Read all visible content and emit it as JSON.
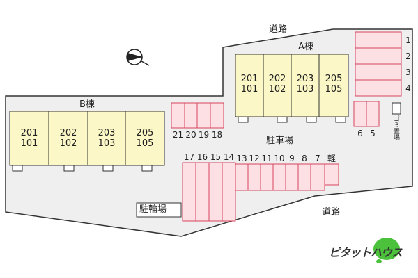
{
  "roads": {
    "top": "道路",
    "bottom": "道路"
  },
  "parking_lot_label": "駐車場",
  "bicycle_parking_label": "駐輪場",
  "garbage_label": "ゴミ置場",
  "compass": "north-arrow-icon",
  "building_a": {
    "name": "A棟",
    "units": [
      {
        "upper": "201",
        "lower": "101"
      },
      {
        "upper": "202",
        "lower": "102"
      },
      {
        "upper": "203",
        "lower": "103"
      },
      {
        "upper": "205",
        "lower": "105"
      }
    ]
  },
  "building_b": {
    "name": "B棟",
    "units": [
      {
        "upper": "201",
        "lower": "101"
      },
      {
        "upper": "202",
        "lower": "102"
      },
      {
        "upper": "203",
        "lower": "103"
      },
      {
        "upper": "205",
        "lower": "105"
      }
    ]
  },
  "parking_right_stack": [
    "1",
    "2",
    "3",
    "4"
  ],
  "parking_small_pair": [
    "6",
    "5"
  ],
  "parking_left_upper": [
    "21",
    "20",
    "19",
    "18"
  ],
  "parking_lower_long": [
    "17",
    "16",
    "15",
    "14"
  ],
  "parking_lower_row": [
    "13",
    "12",
    "11",
    "10",
    "9",
    "8",
    "7",
    "軽"
  ],
  "logo": {
    "text": "ピタットハウス"
  },
  "colors": {
    "lot": "#efefef",
    "building": "#fbf7c6",
    "parking_fill": "#fde0e4",
    "parking_stroke": "#d8455e",
    "logo_green": "#4cc23c"
  }
}
